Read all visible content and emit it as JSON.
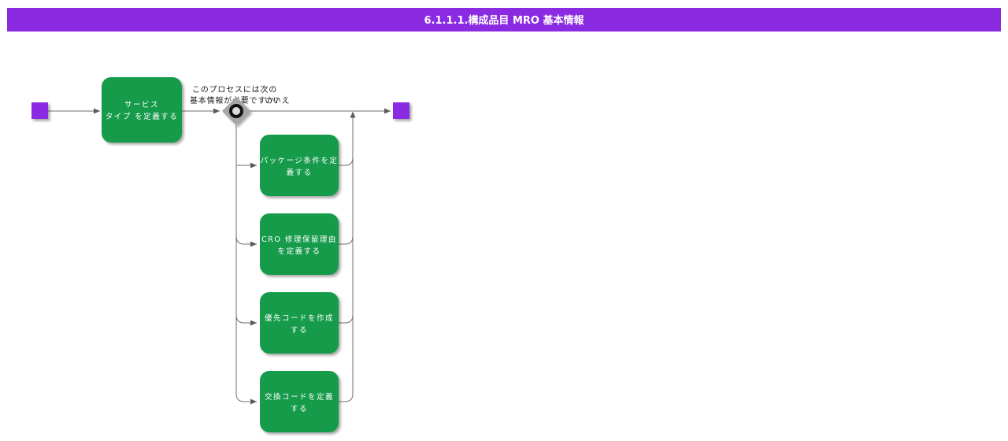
{
  "title": "6.1.1.1.構成品目 MRO 基本情報",
  "decision": {
    "question_line1": "このプロセスには次の",
    "question_line2": "基本情報が必要ですか?",
    "no_label": "いいえ"
  },
  "tasks": {
    "service": {
      "line1": "サービス",
      "line2": "タイプ を定義する"
    },
    "package": {
      "line1": "パッケージ条件を定",
      "line2": "義する"
    },
    "cro": {
      "line1": "CRO 修理保留理由",
      "line2": "を定義する"
    },
    "priority": {
      "line1": "優先コードを作成",
      "line2": "する"
    },
    "exchange": {
      "line1": "交換コードを定義",
      "line2": "する"
    }
  },
  "colors": {
    "accent_purple": "#8A2BE2",
    "task_green": "#189B4C",
    "line_gray": "#6E6E6E",
    "arrow_gray": "#5A5A5A",
    "decision_gray": "#A5A5A5",
    "decision_ring": "#111111",
    "title_text": "#FFFFFF",
    "task_text": "#FFFFFF",
    "note_text": "#1B1B1B",
    "background": "#FFFFFF"
  }
}
